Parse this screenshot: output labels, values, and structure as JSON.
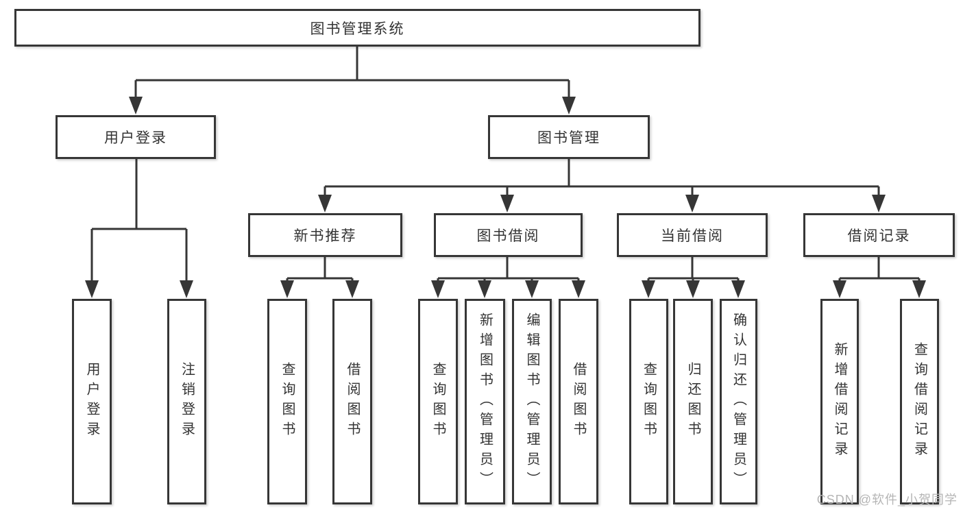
{
  "tree": {
    "root": {
      "label": "图书管理系统",
      "children": [
        {
          "label": "用户登录",
          "children": [
            {
              "label": "用户登录"
            },
            {
              "label": "注销登录"
            }
          ]
        },
        {
          "label": "图书管理",
          "children": [
            {
              "label": "新书推荐",
              "children": [
                {
                  "label": "查询图书"
                },
                {
                  "label": "借阅图书"
                }
              ]
            },
            {
              "label": "图书借阅",
              "children": [
                {
                  "label": "查询图书"
                },
                {
                  "label": "新增图书（管理员）"
                },
                {
                  "label": "编辑图书（管理员）"
                },
                {
                  "label": "借阅图书"
                }
              ]
            },
            {
              "label": "当前借阅",
              "children": [
                {
                  "label": "查询图书"
                },
                {
                  "label": "归还图书"
                },
                {
                  "label": "确认归还（管理员）"
                }
              ]
            },
            {
              "label": "借阅记录",
              "children": [
                {
                  "label": "新增借阅记录"
                },
                {
                  "label": "查询借阅记录"
                }
              ]
            }
          ]
        }
      ]
    }
  },
  "watermark": "CSDN @软件_小贺同学",
  "colors": {
    "line": "#363636",
    "box_border": "#363636",
    "box_fill": "#ffffff",
    "text": "#333333",
    "watermark": "#b5b5b5",
    "background": "#ffffff"
  }
}
